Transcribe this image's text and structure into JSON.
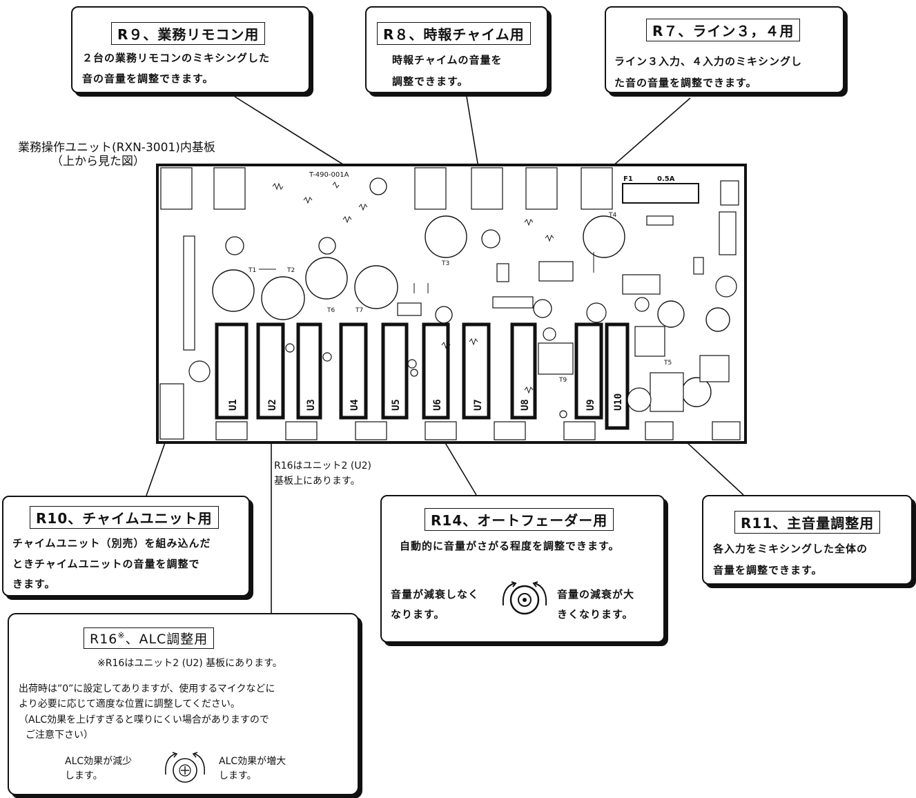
{
  "board": {
    "title": "業務操作ユニット(RXN-3001)内基板",
    "subtitle": "（上から見た図）",
    "part_number": "T-490-001A",
    "fuse_label": "F1",
    "fuse_value": "0.5A",
    "transformer_labels": [
      "T1",
      "T2",
      "T3",
      "T4",
      "T5",
      "T6",
      "T7",
      "T9"
    ],
    "unit_labels": [
      "U1",
      "U2",
      "U3",
      "U4",
      "U5",
      "U6",
      "U7",
      "U8",
      "U9",
      "U10"
    ],
    "r16_note_line1": "R16はユニット2 (U2)",
    "r16_note_line2": "基板上にあります。"
  },
  "callouts": {
    "r9": {
      "title": "R９、業務リモコン用",
      "line1": "２台の業務リモコンのミキシングした",
      "line2": "音の音量を調整できます。"
    },
    "r8": {
      "title": "R８、時報チャイム用",
      "line1": "時報チャイムの音量を",
      "line2": "調整できます。"
    },
    "r7": {
      "title": "R７、ライン３，４用",
      "line1": "ライン３入力、４入力のミキシングし",
      "line2": "た音の音量を調整できます。"
    },
    "r10": {
      "title": "R10、チャイムユニット用",
      "line1": "チャイムユニット（別売）を組み込んだ",
      "line2": "ときチャイムユニットの音量を調整で",
      "line3": "きます。"
    },
    "r14": {
      "title": "R14、オートフェーダー用",
      "line1": "自動的に音量がさがる程度を調整できます。",
      "left1": "音量が減衰しなく",
      "left2": "なります。",
      "right1": "音量の減衰が大",
      "right2": "きくなります。"
    },
    "r11": {
      "title": "R11、主音量調整用",
      "line1": "各入力をミキシングした全体の",
      "line2": "音量を調整できます。"
    },
    "r16": {
      "title_main": "R16",
      "title_mark": "※",
      "title_rest": "、ALC調整用",
      "note": "※R16はユニット2 (U2) 基板にあります。",
      "line1": "出荷時は”0”に設定してありますが、使用するマイクなどに",
      "line2": "より必要に応じて適度な位置に調整してください。",
      "line3": "（ALC効果を上げすぎると喋りにくい場合がありますので",
      "line4": "ご注意下さい）",
      "left1": "ALC効果が減少",
      "left2": "します。",
      "right1": "ALC効果が増大",
      "right2": "します。"
    }
  }
}
